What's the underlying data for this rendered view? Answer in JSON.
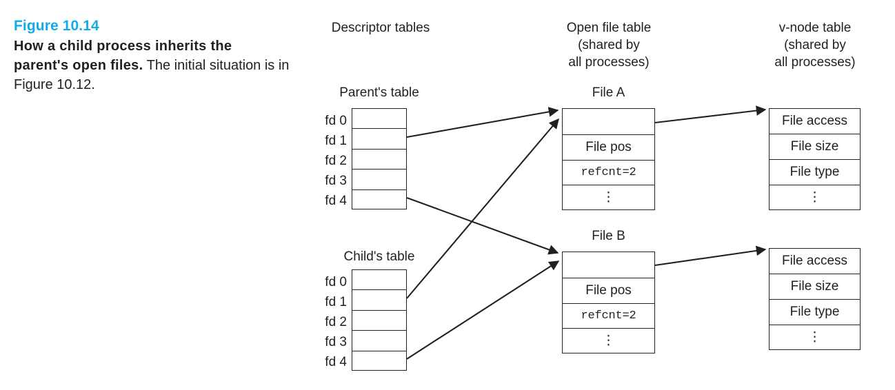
{
  "caption": {
    "figure_number": "Figure 10.14",
    "title": "How a child process inherits the parent's open files.",
    "rest": " The initial situation is in Figure 10.12.",
    "accent_color": "#12abe5",
    "text_color": "#231f20"
  },
  "columns": {
    "descriptor": "Descriptor tables",
    "open_file": "Open file table\n(shared by\nall processes)",
    "vnode": "v-node table\n(shared by\nall processes)"
  },
  "tables": {
    "parent": {
      "title": "Parent's table",
      "fd_labels": [
        "fd 0",
        "fd 1",
        "fd 2",
        "fd 3",
        "fd 4"
      ],
      "rows": [
        "",
        "",
        "",
        "",
        ""
      ]
    },
    "child": {
      "title": "Child's table",
      "fd_labels": [
        "fd 0",
        "fd 1",
        "fd 2",
        "fd 3",
        "fd 4"
      ],
      "rows": [
        "",
        "",
        "",
        "",
        ""
      ]
    },
    "file_a": {
      "title": "File A",
      "rows": [
        "",
        "File pos",
        "refcnt=2",
        "⋮"
      ]
    },
    "file_b": {
      "title": "File B",
      "rows": [
        "",
        "File pos",
        "refcnt=2",
        "⋮"
      ]
    },
    "vnode_a": {
      "rows": [
        "File access",
        "File size",
        "File type",
        "⋮"
      ]
    },
    "vnode_b": {
      "rows": [
        "File access",
        "File size",
        "File type",
        "⋮"
      ]
    }
  },
  "connections": [
    {
      "from": "parent.fd1",
      "to": "file_a"
    },
    {
      "from": "parent.fd4",
      "to": "file_b"
    },
    {
      "from": "child.fd1",
      "to": "file_a"
    },
    {
      "from": "child.fd4",
      "to": "file_b"
    },
    {
      "from": "file_a",
      "to": "vnode_a"
    },
    {
      "from": "file_b",
      "to": "vnode_b"
    }
  ]
}
